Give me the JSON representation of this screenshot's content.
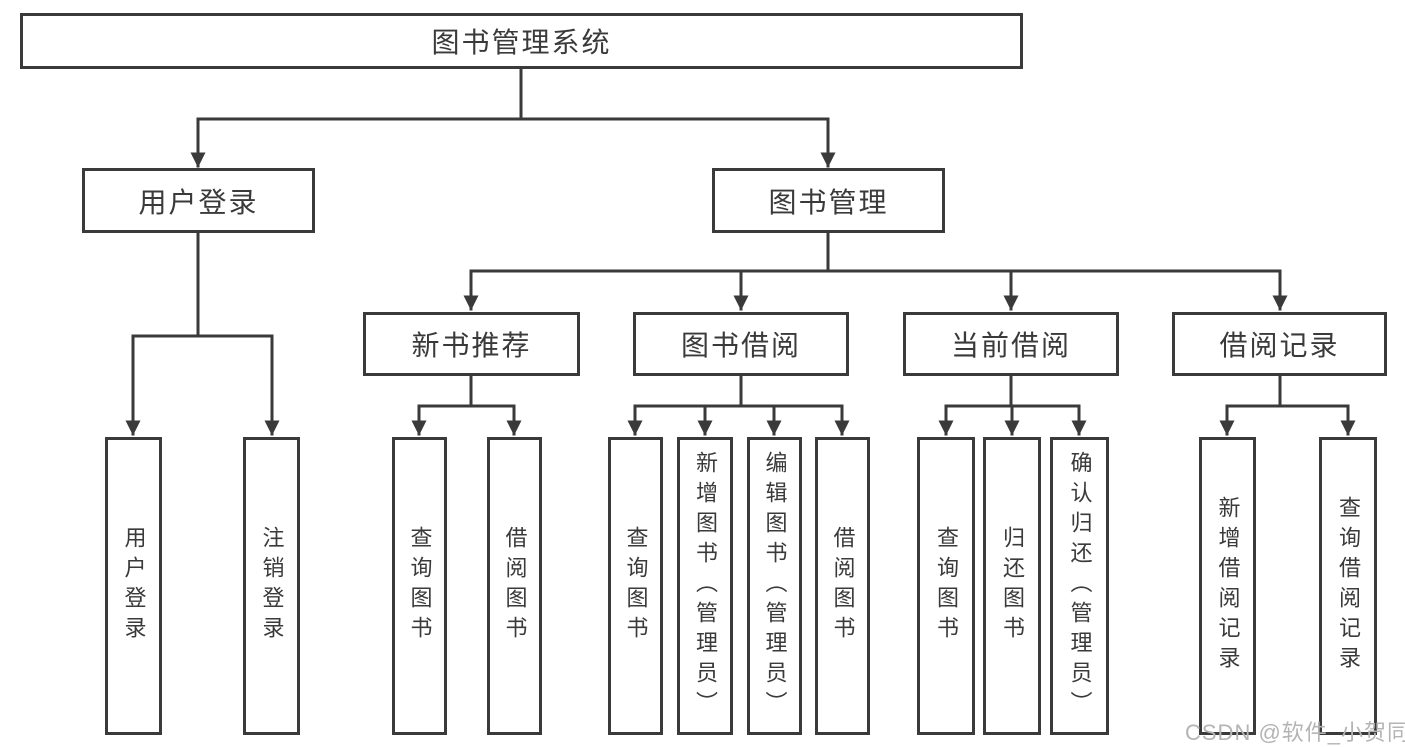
{
  "tree": {
    "label": "图书管理系统",
    "children": [
      {
        "label": "用户登录",
        "children": [
          {
            "label": "用户登录"
          },
          {
            "label": "注销登录"
          }
        ]
      },
      {
        "label": "图书管理",
        "children": [
          {
            "label": "新书推荐",
            "children": [
              {
                "label": "查询图书"
              },
              {
                "label": "借阅图书"
              }
            ]
          },
          {
            "label": "图书借阅",
            "children": [
              {
                "label": "查询图书"
              },
              {
                "label": "新增图书（管理员）"
              },
              {
                "label": "编辑图书（管理员）"
              },
              {
                "label": "借阅图书"
              }
            ]
          },
          {
            "label": "当前借阅",
            "children": [
              {
                "label": "查询图书"
              },
              {
                "label": "归还图书"
              },
              {
                "label": "确认归还（管理员）"
              }
            ]
          },
          {
            "label": "借阅记录",
            "children": [
              {
                "label": "新增借阅记录"
              },
              {
                "label": "查询借阅记录"
              }
            ]
          }
        ]
      }
    ]
  },
  "watermark": "CSDN @软件_小贺同学",
  "colors": {
    "line": "#3a3a3a",
    "text": "#3a3a3a",
    "background": "#ffffff",
    "watermark": "#b4b4b4"
  }
}
